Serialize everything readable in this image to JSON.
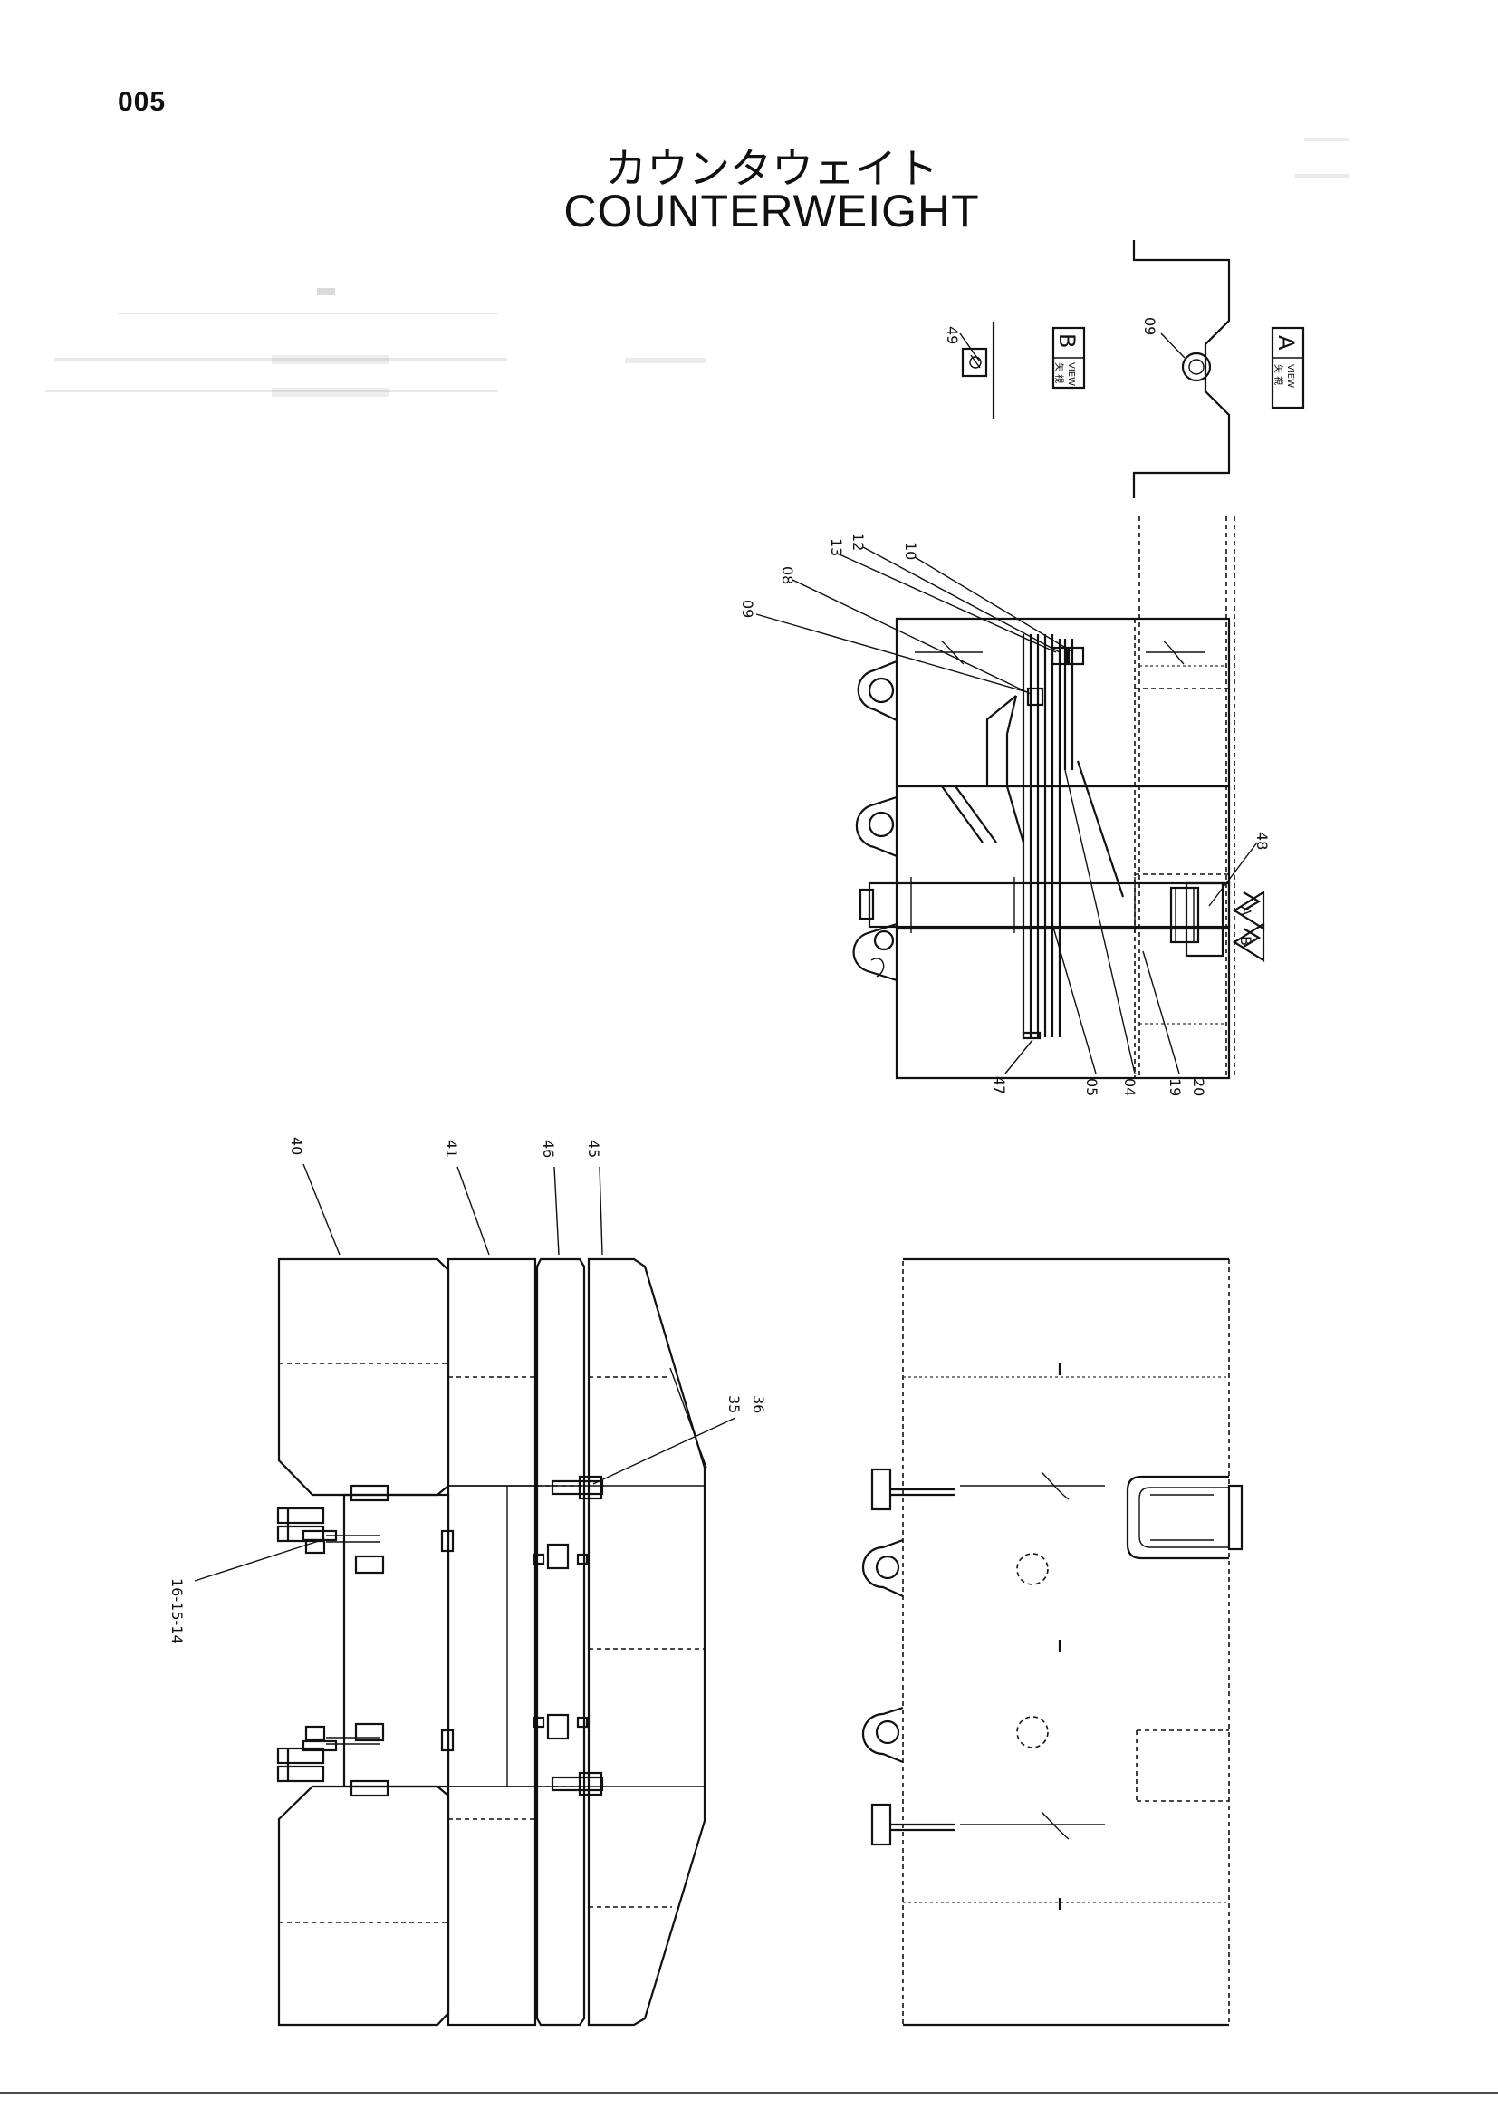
{
  "page_number": "005",
  "title_jp": "カウンタウェイト",
  "title_en": "COUNTERWEIGHT",
  "views": {
    "view_b": {
      "tag_top": "矢 視",
      "tag_bottom": "VIEW",
      "letter": "B"
    },
    "view_a": {
      "tag_top": "矢 視",
      "tag_bottom": "VIEW",
      "letter": "A"
    },
    "arrow_a": "A",
    "arrow_b": "B"
  },
  "callouts": {
    "c49": "49",
    "c09_view": "09",
    "c09": "09",
    "c08": "08",
    "c13": "13",
    "c12": "12",
    "c10": "10",
    "c48": "48",
    "c47": "47",
    "c05": "05",
    "c04": "04",
    "c19": "19",
    "c20": "20",
    "c40": "40",
    "c41": "41",
    "c46": "46",
    "c45": "45",
    "c35": "35",
    "c36": "36",
    "c16_15_14": "16-15-14"
  }
}
